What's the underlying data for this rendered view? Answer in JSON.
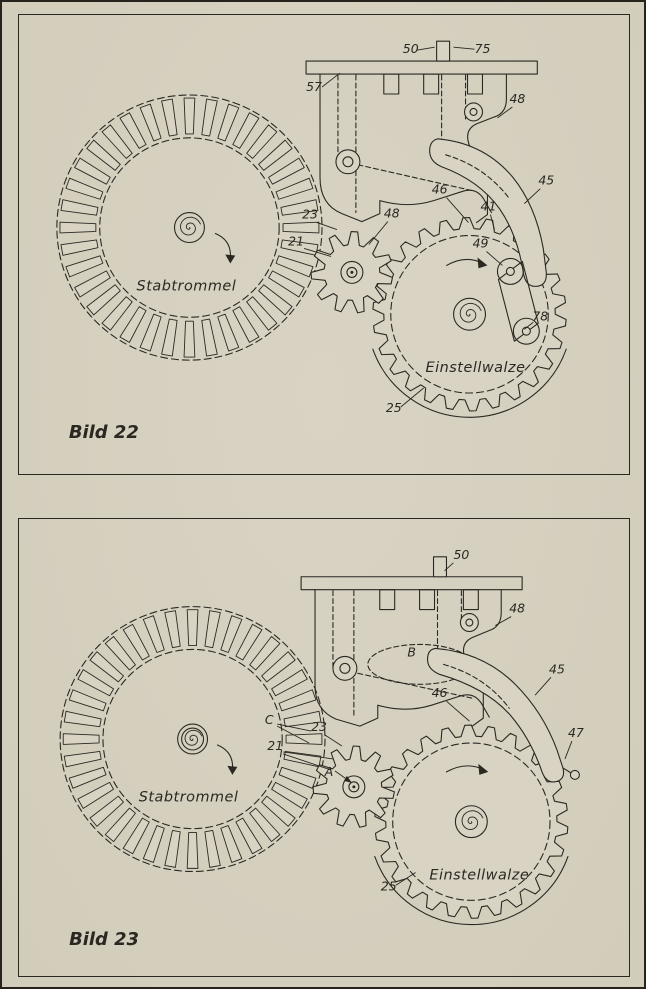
{
  "page": {
    "paper_color": "#d9d3c4",
    "ink_color": "#2b2822"
  },
  "figures": [
    {
      "caption": "Bild 22",
      "drum_label": "Stabtrommel",
      "roller_label": "Einstellwalze",
      "part_labels": [
        "50",
        "75",
        "57",
        "48",
        "45",
        "46",
        "41",
        "49",
        "48",
        "23",
        "21",
        "78",
        "25"
      ]
    },
    {
      "caption": "Bild 23",
      "drum_label": "Stabtrommel",
      "roller_label": "Einstellwalze",
      "part_labels": [
        "50",
        "48",
        "B",
        "45",
        "46",
        "47",
        "C",
        "23",
        "21",
        "A",
        "25"
      ]
    }
  ]
}
